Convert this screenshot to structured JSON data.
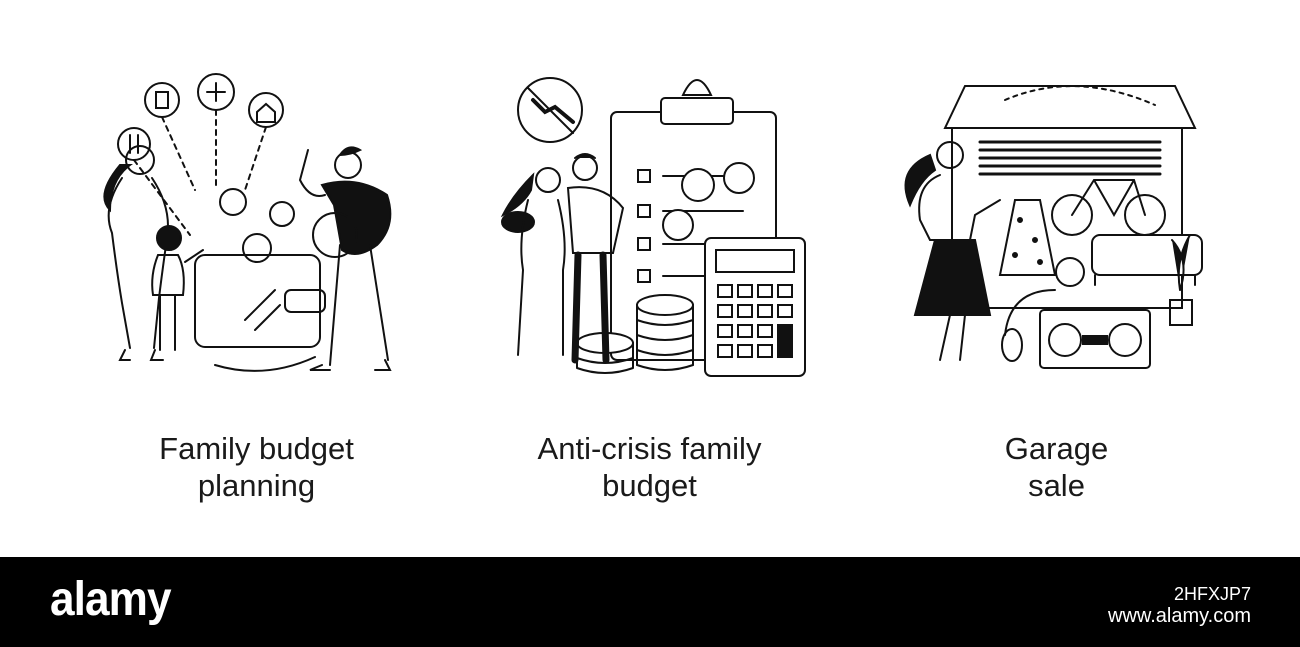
{
  "panels": [
    {
      "caption_line1": "Family budget",
      "caption_line2": "planning",
      "art_icon": "family-wallet-coins-illustration"
    },
    {
      "caption_line1": "Anti-crisis family",
      "caption_line2": "budget",
      "art_icon": "clipboard-calculator-coins-illustration"
    },
    {
      "caption_line1": "Garage",
      "caption_line2": "sale",
      "art_icon": "garage-items-illustration"
    }
  ],
  "footer": {
    "logo": "alamy",
    "image_id": "2HFXJP7",
    "site": "www.alamy.com",
    "background": "#000000",
    "text_color": "#ffffff"
  },
  "colors": {
    "ink": "#111111",
    "background": "#ffffff"
  }
}
